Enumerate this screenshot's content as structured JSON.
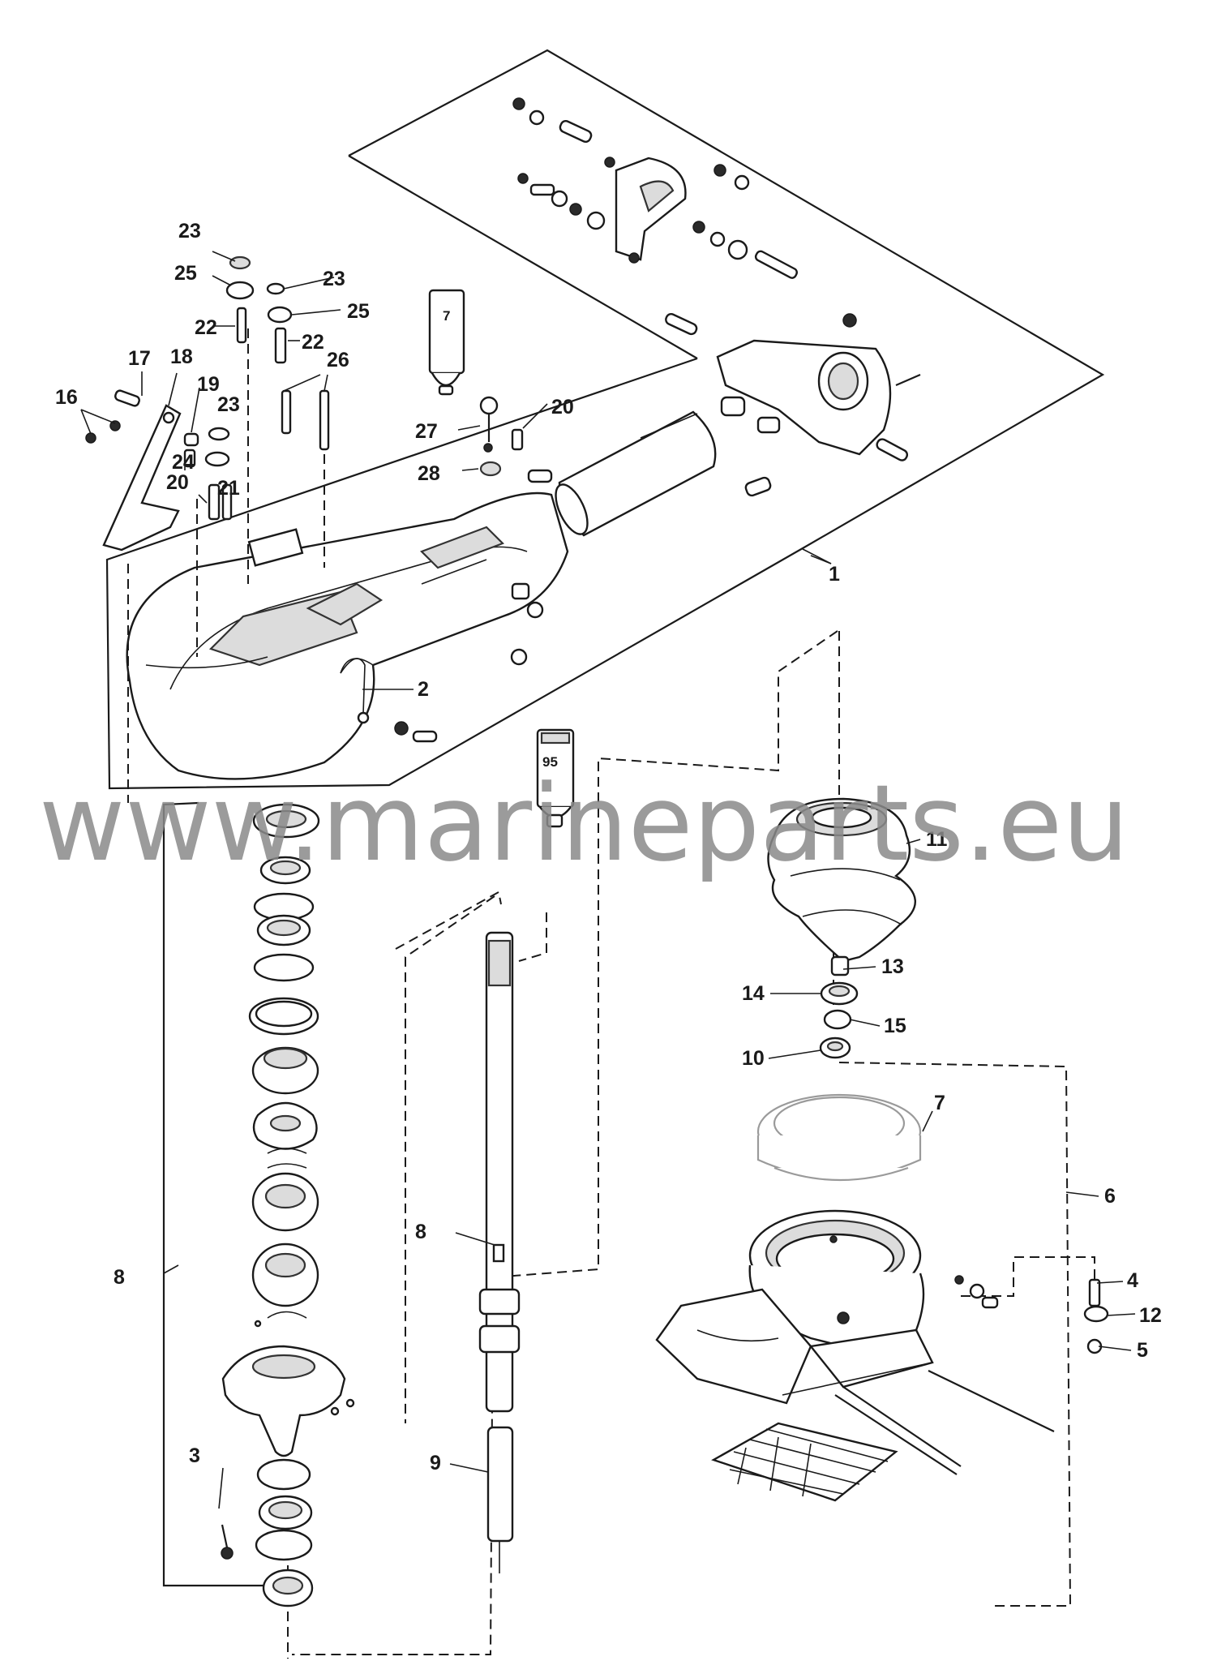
{
  "watermark": "www.marineparts.eu",
  "tube_labels": {
    "upper": "7",
    "lower": "95"
  },
  "callouts": {
    "c1": "1",
    "c2": "2",
    "c3": "3",
    "c4": "4",
    "c5": "5",
    "c6": "6",
    "c7": "7",
    "c8a": "8",
    "c8b": "8",
    "c9": "9",
    "c10": "10",
    "c11": "11",
    "c12": "12",
    "c13": "13",
    "c14": "14",
    "c15": "15",
    "c16": "16",
    "c17": "17",
    "c18": "18",
    "c19": "19",
    "c20a": "20",
    "c20b": "20",
    "c21": "21",
    "c22a": "22",
    "c22b": "22",
    "c23a": "23",
    "c23b": "23",
    "c23c": "23",
    "c24": "24",
    "c25a": "25",
    "c25b": "25",
    "c26": "26",
    "c27": "27",
    "c28": "28"
  }
}
